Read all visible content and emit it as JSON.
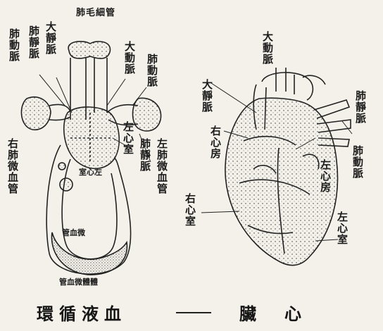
{
  "left_figure": {
    "caption": "環循液血",
    "labels": {
      "lung_capillary_top": "肺毛細管",
      "pulmonary_artery_left": "肺動脈",
      "pulmonary_vein_left": "肺靜脈",
      "vena_cava": "大靜脈",
      "aorta": "大動脈",
      "pulmonary_artery_right": "肺動脈",
      "left_atrium": "左心室",
      "left_lung_capillary": "左肺微血管",
      "pulmonary_vein_lower": "肺靜脈",
      "right_lung_capillary": "右肺微血管",
      "left_ventricle_inner": "室心左",
      "body_capillary": "管血微",
      "bottom_capillary": "管血微體體"
    }
  },
  "right_figure": {
    "caption": "臟　心",
    "labels": {
      "aorta": "大動脈",
      "vena_cava": "大靜脈",
      "pulmonary_vein": "肺靜脈",
      "pulmonary_artery": "肺動脈",
      "right_atrium": "右心房",
      "left_atrium": "左心房",
      "right_ventricle": "右心室",
      "left_ventricle": "左心室"
    }
  }
}
